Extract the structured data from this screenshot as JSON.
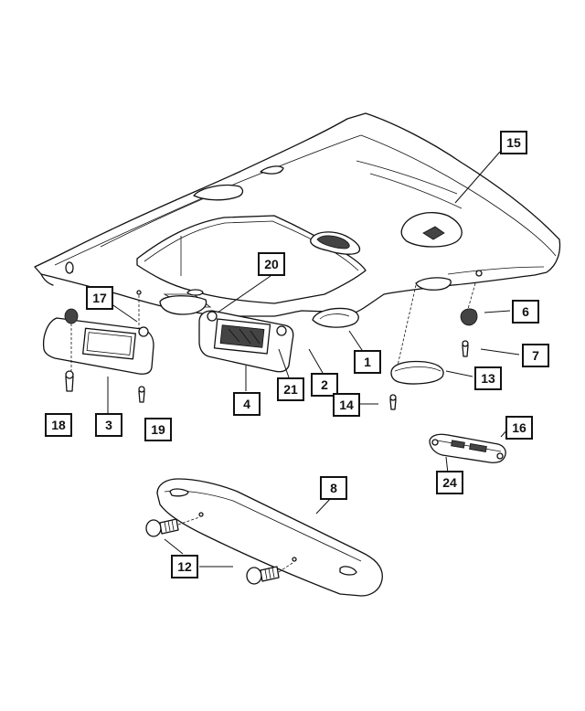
{
  "callouts": {
    "c1": "1",
    "c2": "2",
    "c3": "3",
    "c4": "4",
    "c6": "6",
    "c7": "7",
    "c8": "8",
    "c12": "12",
    "c13": "13",
    "c14": "14",
    "c15": "15",
    "c16": "16",
    "c17": "17",
    "c18": "18",
    "c19": "19",
    "c20": "20",
    "c21": "21",
    "c24": "24"
  }
}
